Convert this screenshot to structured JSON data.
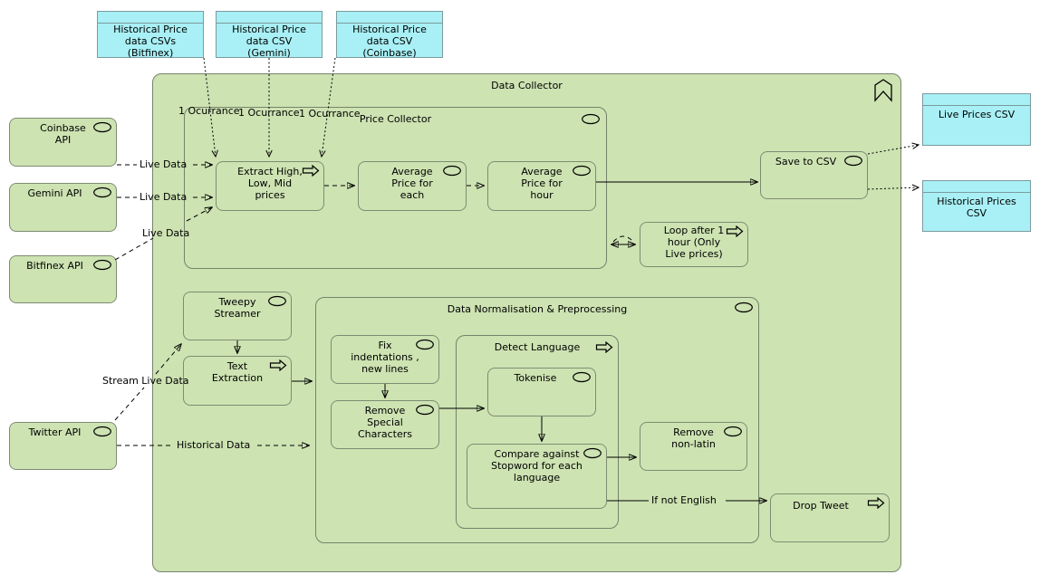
{
  "containers": {
    "data_collector": {
      "title": "Data Collector"
    },
    "price_collector": {
      "title": "Price Collector"
    },
    "data_norm": {
      "title": "Data Normalisation & Preprocessing"
    },
    "detect_language": {
      "title": "Detect Language"
    }
  },
  "nodes": {
    "bitfinex_csv": "Historical Price data CSVs (Bitfinex)",
    "gemini_csv": "Historical Price data CSV (Gemini)",
    "coinbase_csv": "Historical Price data CSV (Coinbase)",
    "live_prices_csv": "Live Prices CSV",
    "historical_prices_csv": "Historical Prices CSV",
    "coinbase_api": "Coinbase API",
    "gemini_api": "Gemini API",
    "bitfinex_api": "Bitfinex API",
    "twitter_api": "Twitter API",
    "extract": "Extract High, Low, Mid prices",
    "avg_each": "Average Price for each",
    "avg_hour": "Average Price for hour",
    "save_csv": "Save to CSV",
    "loop": "Loop after 1 hour (Only Live prices)",
    "tweepy": "Tweepy Streamer",
    "text_extraction": "Text Extraction",
    "fix_indent": "Fix indentations , new lines",
    "remove_special": "Remove Special Characters",
    "tokenise": "Tokenise",
    "compare": "Compare against Stopword for each language",
    "remove_nonlatin": "Remove non-latin",
    "drop_tweet": "Drop Tweet"
  },
  "flow_labels": {
    "live_data": "Live Data",
    "stream_live_data": "Stream Live Data",
    "historical_data": "Historical Data",
    "if_not_english": "If not English",
    "ocurrance": "1 Ocurrance"
  },
  "icons": {
    "oval": "application-service-icon",
    "process": "application-process-icon",
    "bookmark": "chevron-bookmark-icon"
  },
  "colors": {
    "component_fill": "#cde3b2",
    "component_border": "#7e8c72",
    "container_border": "#75836a",
    "artifact_fill": "#a8f0f5",
    "artifact_border": "#7b9a9e",
    "connector": "#000000"
  }
}
